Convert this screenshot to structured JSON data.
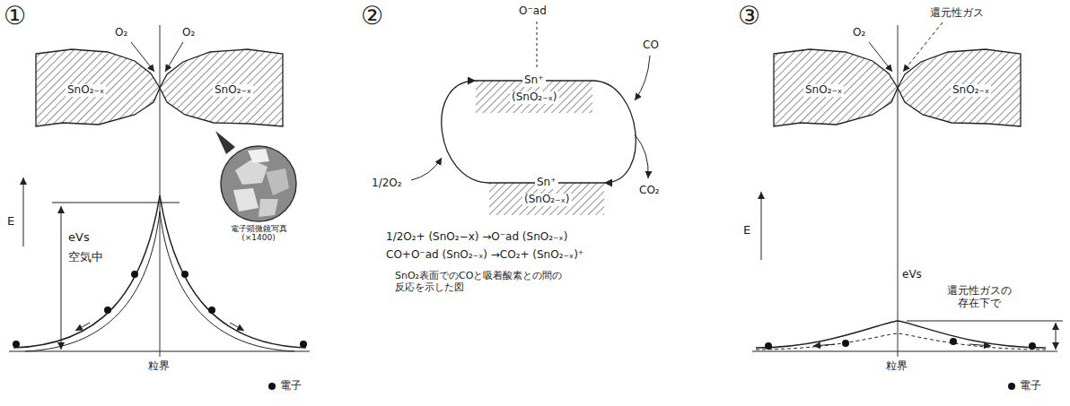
{
  "diagram": {
    "nodes": [
      {
        "text": [
          "SnO₂₋ₓ"
        ]
      },
      {
        "text": [
          "SnO₂₋ₓ"
        ]
      },
      {
        "text": [
          "Sn⁺",
          "(SnO₂₋ₓ)"
        ]
      },
      {
        "text": [
          "Sn⁺",
          "(SnO₂₋ₓ)"
        ]
      },
      {
        "text": [
          "SnO₂₋ₓ"
        ]
      },
      {
        "text": [
          "SnO₂₋ₓ"
        ]
      }
    ],
    "edges": [
      {
        "from": 2,
        "to": 3,
        "arrow": "to"
      },
      {
        "from": 3,
        "to": 2,
        "arrow": "to"
      }
    ],
    "labels": [
      "①",
      "O₂",
      "O₂",
      "E",
      "eVs",
      "空気中",
      "電子顕微鏡写真 (×1400)",
      "粒界",
      "②",
      "O⁻ad",
      "CO",
      "1/2O₂",
      "CO₂",
      "1/2O₂+ (SnO₂−x) →O⁻ad (SnO₂₋ₓ)",
      "CO+O⁻ad (SnO₂₋ₓ) →CO₂+ (SnO₂₋ₓ)⁺",
      "SnO₂表面でのCOと吸着酸素との間の 反応を示した図",
      "③",
      "O₂",
      "還元性ガス",
      "E",
      "eVs",
      "還元性ガスの 存在下で",
      "粒界"
    ],
    "legend": [
      {
        "text": "電子"
      },
      {
        "text": "電子"
      }
    ]
  }
}
